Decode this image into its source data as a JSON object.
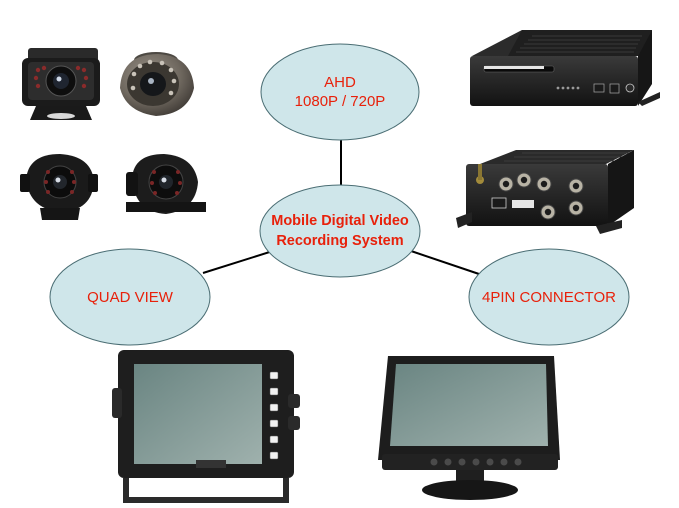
{
  "diagram": {
    "center_node": {
      "line1": "Mobile Digital Video",
      "line2": "Recording System"
    },
    "nodes": [
      {
        "id": "ahd",
        "line1": "AHD",
        "line2": "1080P / 720P"
      },
      {
        "id": "quad",
        "line1": "QUAD VIEW"
      },
      {
        "id": "connector",
        "line1": "4PIN CONNECTOR"
      }
    ],
    "colors": {
      "ellipse_fill": "#cfe6ea",
      "ellipse_stroke": "#4a6d73",
      "label_text": "#e8210b",
      "connector_line": "#000000",
      "device_body": "#1c1c1c"
    },
    "images": [
      "truck-camera-icon",
      "dome-camera-icon",
      "side-camera-icon",
      "side-camera-icon",
      "mdvr-recorder-icon",
      "mdvr-connector-panel-icon",
      "monitor-icon",
      "monitor-icon"
    ]
  }
}
